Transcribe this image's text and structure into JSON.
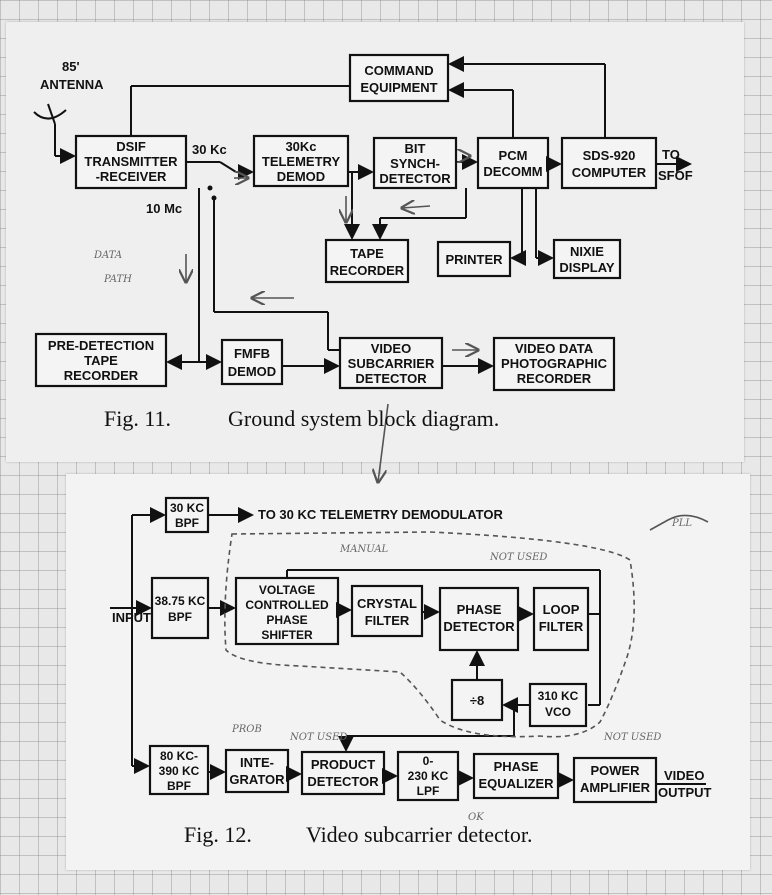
{
  "top_scrawl": "",
  "fig11": {
    "caption_num": "Fig. 11.",
    "caption_text": "Ground system block diagram.",
    "antenna": [
      "85'",
      "ANTENNA"
    ],
    "command": [
      "COMMAND",
      "EQUIPMENT"
    ],
    "dsif": [
      "DSIF",
      "TRANSMITTER",
      "-RECEIVER"
    ],
    "label_30kc": "30 Kc",
    "label_10mc": "10 Mc",
    "telemetry": [
      "30Kc",
      "TELEMETRY",
      "DEMOD"
    ],
    "bitsynch": [
      "BIT",
      "SYNCH-",
      "DETECTOR"
    ],
    "pcm": [
      "PCM",
      "DECOMM"
    ],
    "sds": [
      "SDS-920",
      "COMPUTER"
    ],
    "to_sfof": [
      "TO",
      "SFOF"
    ],
    "tape": [
      "TAPE",
      "RECORDER"
    ],
    "printer": "PRINTER",
    "nixie": [
      "NIXIE",
      "DISPLAY"
    ],
    "predet": [
      "PRE-DETECTION",
      "TAPE",
      "RECORDER"
    ],
    "fmfb": [
      "FMFB",
      "DEMOD"
    ],
    "videosub": [
      "VIDEO",
      "SUBCARRIER",
      "DETECTOR"
    ],
    "videodata": [
      "VIDEO DATA",
      "PHOTOGRAPHIC",
      "RECORDER"
    ],
    "hand_data_path": [
      "DATA",
      "PATH"
    ]
  },
  "fig12": {
    "caption_num": "Fig. 12.",
    "caption_text": "Video subcarrier detector.",
    "bpf30": [
      "30 KC",
      "BPF"
    ],
    "to_30kc": "TO 30 KC TELEMETRY DEMODULATOR",
    "bpf3875": [
      "38.75 KC",
      "BPF"
    ],
    "input": "INPUT",
    "vcps": [
      "VOLTAGE",
      "CONTROLLED",
      "PHASE",
      "SHIFTER"
    ],
    "crystal": [
      "CRYSTAL",
      "FILTER"
    ],
    "phasedet": [
      "PHASE",
      "DETECTOR"
    ],
    "loop": [
      "LOOP",
      "FILTER"
    ],
    "div8": "÷8",
    "vco": [
      "310 KC",
      "VCO"
    ],
    "bpf80": [
      "80 KC-",
      "390 KC",
      "BPF"
    ],
    "integrator": [
      "INTE-",
      "GRATOR"
    ],
    "product": [
      "PRODUCT",
      "DETECTOR"
    ],
    "lpf": [
      "0-",
      "230 KC",
      "LPF"
    ],
    "phaseeq": [
      "PHASE",
      "EQUALIZER"
    ],
    "power": [
      "POWER",
      "AMPLIFIER"
    ],
    "video_out": [
      "VIDEO",
      "OUTPUT"
    ],
    "hand_pll": "PLL",
    "hand_manual": "MANUAL",
    "hand_not_used_1": "NOT USED",
    "hand_not_used_2": "NOT USED",
    "hand_not_used_3": "NOT USED",
    "hand_prob": "PROB",
    "hand_ok": "OK"
  }
}
